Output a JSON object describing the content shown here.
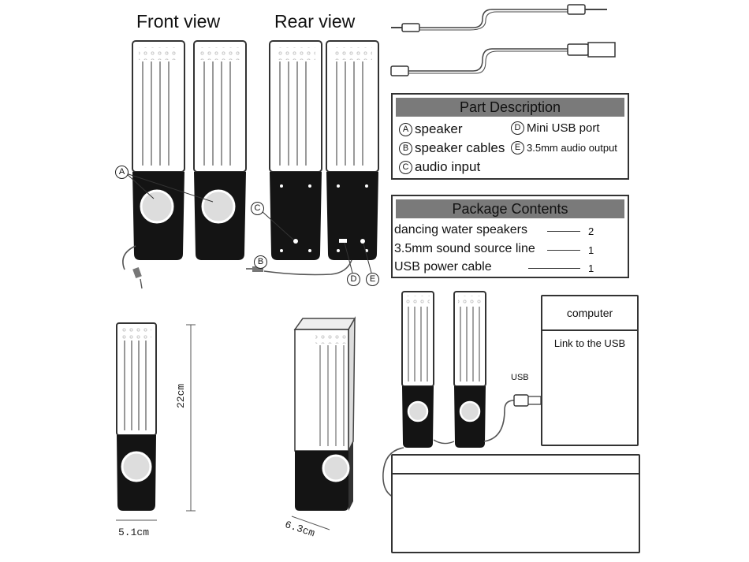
{
  "views": {
    "front": "Front view",
    "rear": "Rear view"
  },
  "callouts": {
    "a": "A",
    "b": "B",
    "c": "C",
    "d": "D",
    "e": "E"
  },
  "part_description": {
    "title": "Part Description",
    "items": [
      {
        "letter": "A",
        "text": "speaker"
      },
      {
        "letter": "D",
        "text": "Mini USB port"
      },
      {
        "letter": "B",
        "text": "speaker cables"
      },
      {
        "letter": "E",
        "text": "3.5mm audio output"
      },
      {
        "letter": "C",
        "text": "audio input"
      }
    ]
  },
  "package_contents": {
    "title": "Package Contents",
    "rows": [
      {
        "name": "dancing water speakers",
        "qty": "2"
      },
      {
        "name": "3.5mm sound source line",
        "qty": "1"
      },
      {
        "name": "USB power cable",
        "qty": "1"
      }
    ]
  },
  "dimensions": {
    "height": "22cm",
    "width": "5.1cm",
    "depth": "6.3cm"
  },
  "connection": {
    "usb_label": "USB",
    "computer_title": "computer",
    "computer_sub": "Link to the USB"
  }
}
